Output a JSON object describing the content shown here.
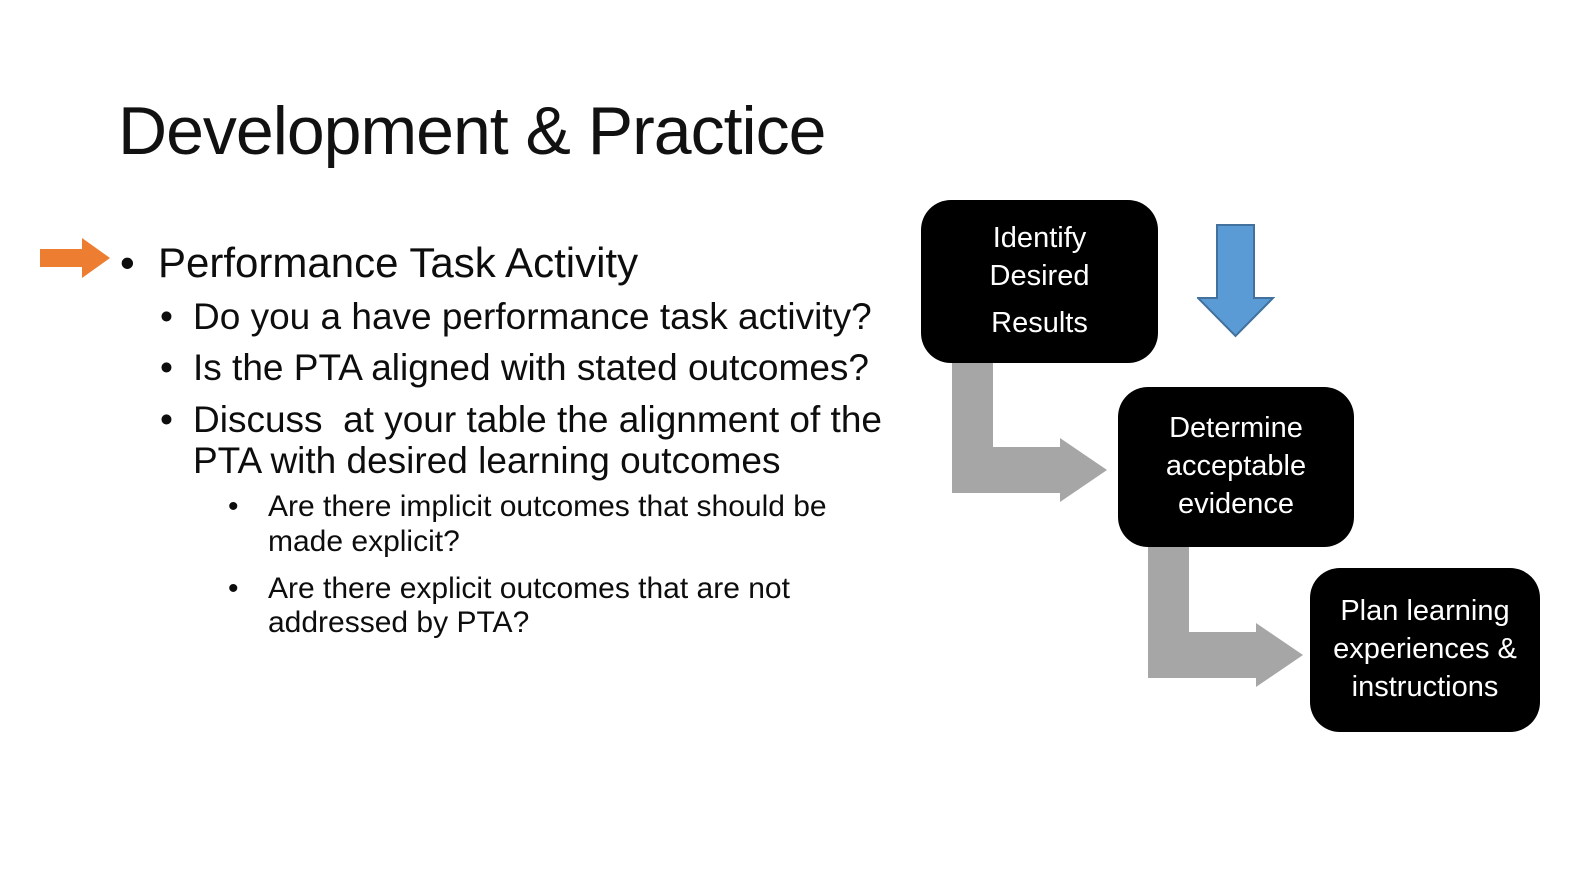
{
  "slide": {
    "title": "Development & Practice",
    "bullet_char": "•",
    "bullet_l1": "Performance Task Activity",
    "bullets_l2": [
      "Do you a have performance task activity?",
      "Is the PTA aligned with stated outcomes?",
      "Discuss  at your table the alignment of the PTA with desired learning outcomes"
    ],
    "bullets_l3": [
      "Are there implicit outcomes that should be made explicit?",
      "Are there explicit outcomes that are not addressed by PTA?"
    ]
  },
  "flowchart": {
    "box1": {
      "line1": "Identify Desired",
      "line2": "Results"
    },
    "box2": {
      "text": "Determine acceptable evidence"
    },
    "box3": {
      "text": "Plan learning experiences & instructions"
    }
  },
  "icons": {
    "orange_arrow": "orange-right-arrow",
    "blue_arrow": "blue-down-arrow",
    "connector1": "gray-elbow-arrow",
    "connector2": "gray-elbow-arrow"
  },
  "colors": {
    "background": "#FFFFFF",
    "slide_text": "#0D0D0D",
    "accent_orange": "#ED7D31",
    "arrow_blue_fill": "#5B9BD5",
    "arrow_blue_border": "#41719C",
    "connector_gray": "#A6A6A6",
    "box_background": "#000000",
    "box_text": "#FFFFFF"
  }
}
